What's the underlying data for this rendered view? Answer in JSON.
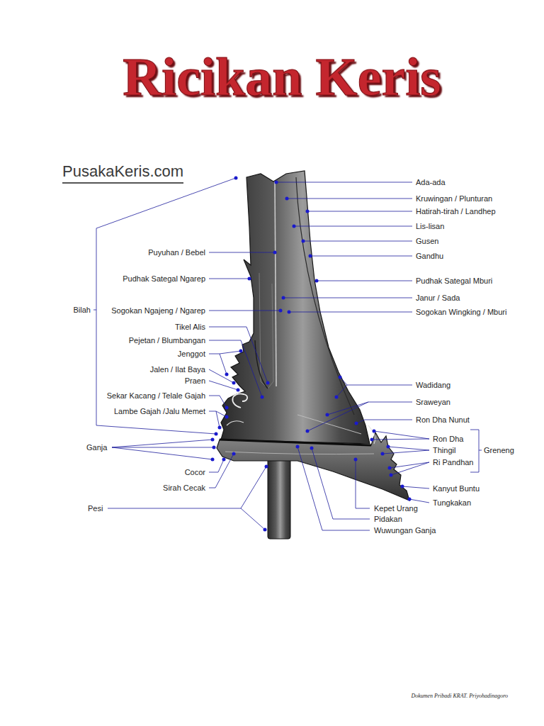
{
  "diagram": {
    "title": "Ricikan Keris",
    "labels": [
      "PusakaKeris.com",
      "Ada-ada",
      "Kruwingan / Plunturan",
      "Hatirah-tirah / Landhep",
      "Lis-lisan",
      "Gusen",
      "Puyuhan / Bebel",
      "Gandhu",
      "Pudhak Sategal Ngarep",
      "Pudhak Sategal Mburi",
      "Janur / Sada",
      "Bilah",
      "Sogokan Ngajeng / Ngarep",
      "Sogokan Wingking / Mburi",
      "Tikel Alis",
      "Pejetan / Blumbangan",
      "Jenggot",
      "Jalen / Ilat Baya",
      "Praen",
      "Wadidang",
      "Sekar Kacang / Telale Gajah",
      "Sraweyan",
      "Lambe Gajah /Jalu Memet",
      "Ron Dha Nunut",
      "Ron Dha",
      "Ganja",
      "Thingil",
      "Greneng",
      "Ri Pandhan",
      "Cocor",
      "Sirah Cecak",
      "Kanyut Buntu",
      "Tungkakan",
      "Pesi",
      "Kepet Urang",
      "Pidakan",
      "Wuwungan Ganja",
      "Dokumen Pribadi KRAT. Priyohadinagoro"
    ]
  }
}
